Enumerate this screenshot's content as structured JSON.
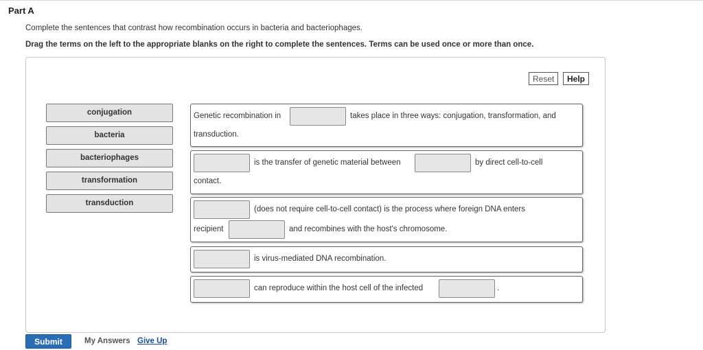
{
  "header": {
    "part_title": "Part A",
    "instruction": "Complete the sentences that contrast how recombination occurs in bacteria and bacteriophages.",
    "drag_instruction": "Drag the terms on the left to the appropriate blanks on the right to complete the sentences. Terms can be used once or more than once."
  },
  "toolbar": {
    "reset_label": "Reset",
    "help_label": "Help"
  },
  "terms": [
    "conjugation",
    "bacteria",
    "bacteriophages",
    "transformation",
    "transduction"
  ],
  "sentences": {
    "s1": {
      "part1": "Genetic recombination in",
      "part2": "takes place in three ways: conjugation, transformation, and",
      "part3": "transduction."
    },
    "s2": {
      "part1": "is the transfer of genetic material between",
      "part2": "by direct cell-to-cell",
      "part3": "contact."
    },
    "s3": {
      "part1": "(does not require cell-to-cell contact) is the process where foreign DNA enters",
      "part2": "recipient",
      "part3": "and recombines with the host's chromosome."
    },
    "s4": {
      "part1": "is virus-mediated DNA recombination."
    },
    "s5": {
      "part1": "can reproduce within the host cell of the infected",
      "part2": "."
    }
  },
  "footer": {
    "submit_label": "Submit",
    "my_answers_label": "My Answers",
    "give_up_label": "Give Up"
  }
}
